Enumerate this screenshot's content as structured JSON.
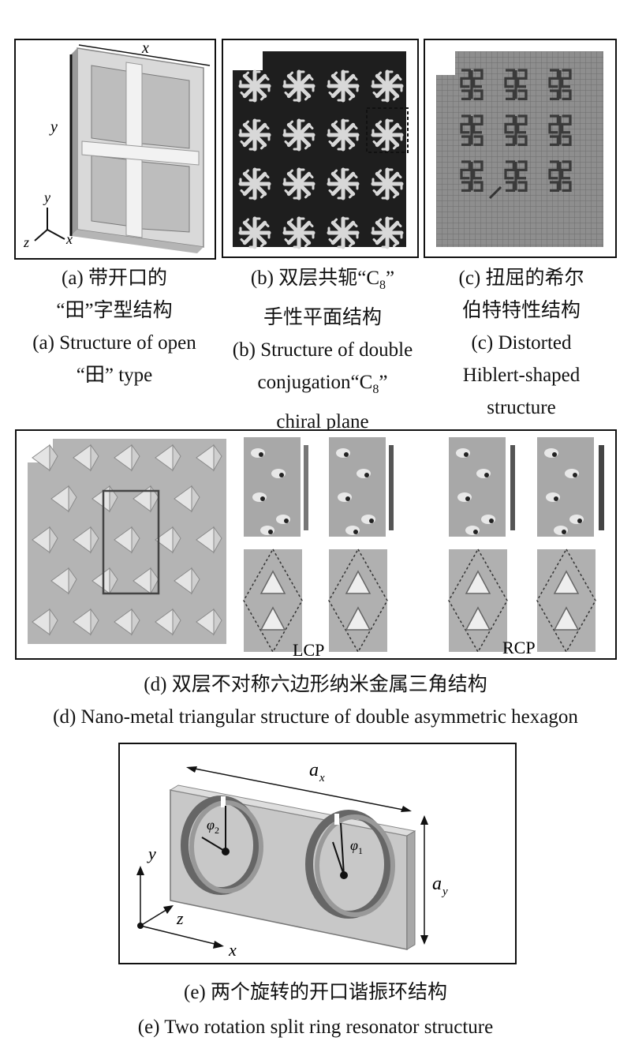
{
  "panel_a": {
    "label_x": "x",
    "label_y": "y",
    "axis_y": "y",
    "axis_z": "z",
    "axis_x": "x",
    "caption_cn_1": "(a) 带开口的",
    "caption_cn_2": "“田”字型结构",
    "caption_en_1": "(a) Structure of open",
    "caption_en_2": "“田”  type"
  },
  "panel_b": {
    "caption_cn_1": "(b) 双层共轭“C",
    "caption_cn_sub": "8",
    "caption_cn_end": "”",
    "caption_cn_2": "手性平面结构",
    "caption_en_1": "(b) Structure of double",
    "caption_en_2a": "conjugation“C",
    "caption_en_2sub": "8",
    "caption_en_2end": "”",
    "caption_en_3": "chiral plane"
  },
  "panel_c": {
    "caption_cn_1": "(c) 扭屈的希尔",
    "caption_cn_2": "伯特特性结构",
    "caption_en_1": "(c)  Distorted",
    "caption_en_2": "Hiblert-shaped",
    "caption_en_3": "structure"
  },
  "panel_d": {
    "label_lcp": "LCP",
    "label_rcp": "RCP",
    "caption_cn": "(d) 双层不对称六边形纳米金属三角结构",
    "caption_en": "(d) Nano-metal triangular structure of double asymmetric hexagon"
  },
  "panel_e": {
    "label_ax": "a",
    "label_ax_sub": "x",
    "label_ay": "a",
    "label_ay_sub": "y",
    "label_phi2": "φ",
    "label_phi2_sub": "2",
    "label_phi1": "φ",
    "label_phi1_sub": "1",
    "axis_y": "y",
    "axis_z": "z",
    "axis_x": "x",
    "caption_cn": "(e) 两个旋转的开口谐振环结构",
    "caption_en": "(e) Two rotation  split ring  resonator structure"
  },
  "colors": {
    "ink": "#111111",
    "panel_bg": "#ffffff",
    "dark_photo": "#1e1e1e",
    "grid_photo": "#8a8a8a",
    "device_gray": "#c8c8c8"
  }
}
